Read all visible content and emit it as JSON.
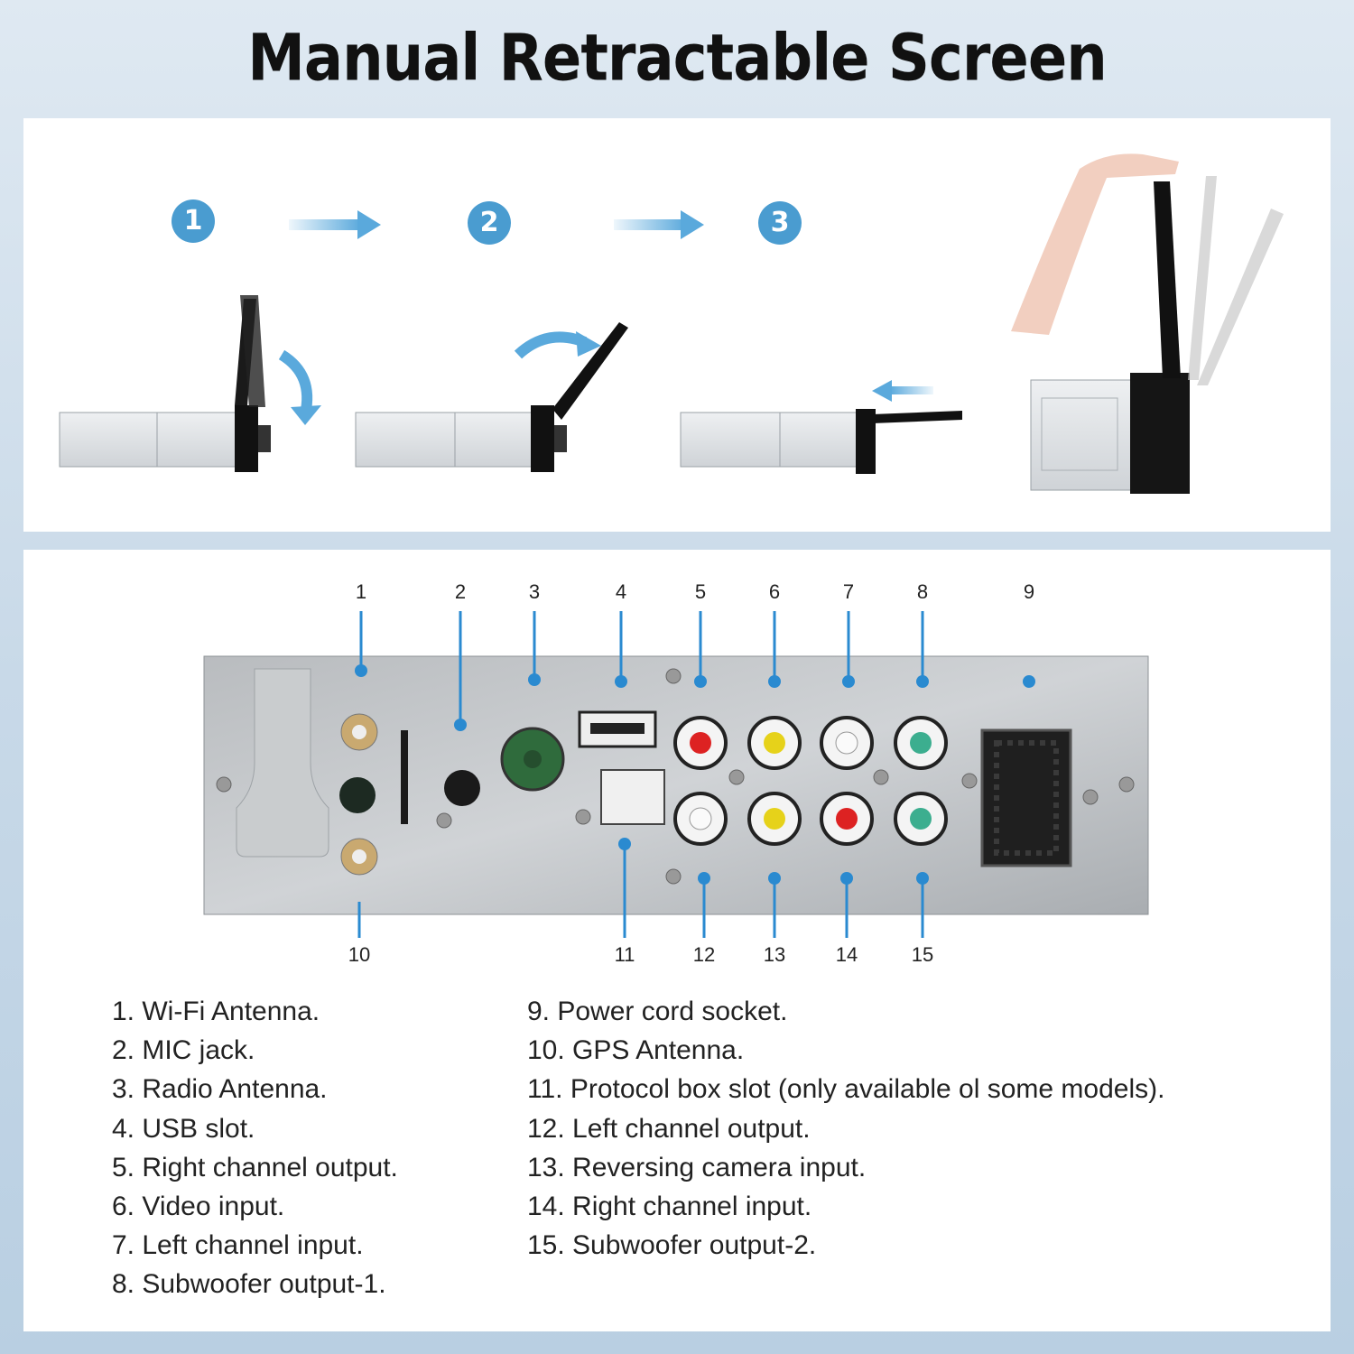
{
  "title": "Manual Retractable Screen",
  "steps": [
    "1",
    "2",
    "3"
  ],
  "colors": {
    "accent_blue": "#4a9cd0",
    "arrow_blue": "#5aa9dc"
  },
  "callouts": {
    "top": [
      "1",
      "2",
      "3",
      "4",
      "5",
      "6",
      "7",
      "8",
      "9"
    ],
    "bottom": [
      "10",
      "11",
      "12",
      "13",
      "14",
      "15"
    ]
  },
  "legend": {
    "left": [
      "1. Wi-Fi Antenna.",
      "2. MIC jack.",
      "3. Radio Antenna.",
      "4. USB slot.",
      "5. Right channel output.",
      "6. Video input.",
      "7. Left channel input.",
      "8. Subwoofer output-1."
    ],
    "right": [
      "9. Power cord socket.",
      "10. GPS Antenna.",
      "11. Protocol box slot (only available ol some models).",
      "12. Left channel output.",
      "13. Reversing camera input.",
      "14. Right channel input.",
      "15. Subwoofer output-2."
    ]
  }
}
